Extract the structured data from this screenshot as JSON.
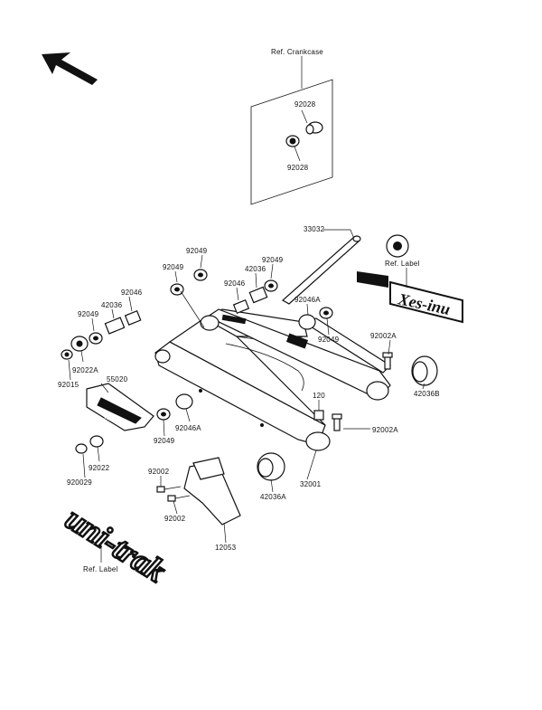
{
  "labels": {
    "ref_crankcase": "Ref. Crankcase",
    "ref_label_top": "Ref. Label",
    "ref_label_bottom": "Ref. Label",
    "p92028_a": "92028",
    "p92028_b": "92028",
    "p33032": "33032",
    "p92049_1": "92049",
    "p92049_2": "92049",
    "p92049_3": "92049",
    "p92049_4": "92049",
    "p92049_5": "92049",
    "p92049_6": "92049",
    "p42036_1": "42036",
    "p42036_2": "42036",
    "p92046_1": "92046",
    "p92046_2": "92046",
    "p92046A_1": "92046A",
    "p92046A_2": "92046A",
    "p92022A": "92022A",
    "p92015": "92015",
    "p55020": "55020",
    "p92022": "92022",
    "p920029": "920029",
    "p92002A_1": "92002A",
    "p92002A_2": "92002A",
    "p42036B": "42036B",
    "p120": "120",
    "p32001": "32001",
    "p42036A": "42036A",
    "p92002_1": "92002",
    "p92002_2": "92002",
    "p12053": "12053"
  },
  "decals": {
    "uni_trak": "uni-trak",
    "top_logo": "Xes-inu"
  },
  "colors": {
    "ink": "#111111",
    "background": "#ffffff"
  }
}
